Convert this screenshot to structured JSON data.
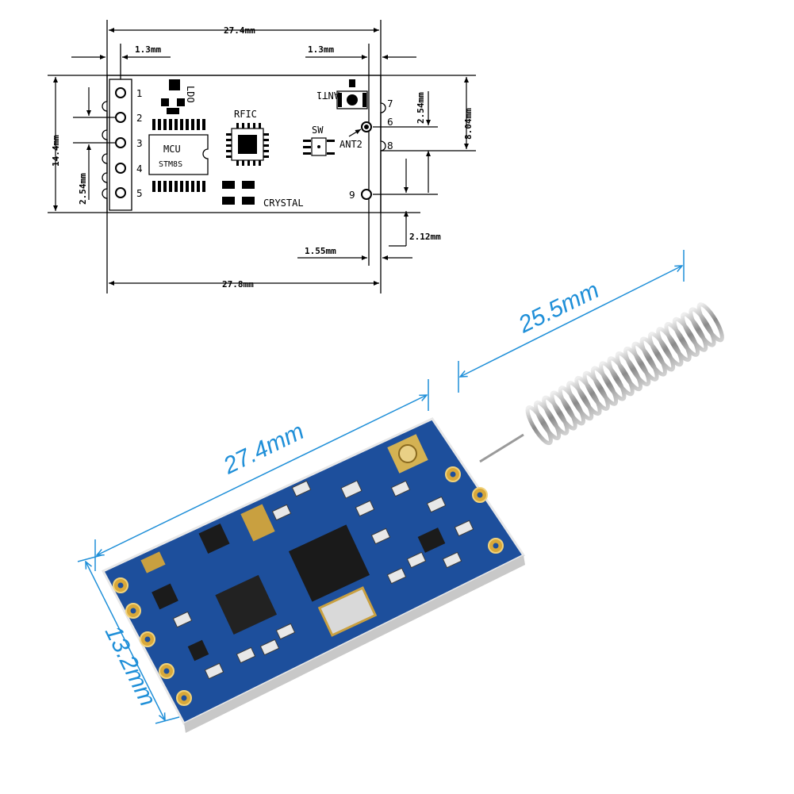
{
  "top_diagram": {
    "dimensions": {
      "top_width": "27.4mm",
      "bottom_width": "27.8mm",
      "left_offset": "1.3mm",
      "right_offset": "1.3mm",
      "height": "14.4mm",
      "pin_pitch_left": "2.54mm",
      "pin_pitch_right": "2.54mm",
      "right_height": "8.04mm",
      "right_margin": "2.12mm",
      "bottom_offset": "1.55mm"
    },
    "pins_left": [
      "1",
      "2",
      "3",
      "4",
      "5"
    ],
    "pins_right": [
      "7",
      "6",
      "8",
      "9"
    ],
    "labels": {
      "ldo": "LDO",
      "rfic": "RFIC",
      "mcu": "MCU",
      "mcu_part": "STM8S",
      "crystal": "CRYSTAL",
      "ant1": "ANT1",
      "ant2": "ANT2",
      "sw": "SW"
    }
  },
  "photo": {
    "dimensions": {
      "antenna_length": "25.5mm",
      "board_length": "27.4mm",
      "board_width": "13.2mm"
    },
    "dimension_color": "#1f8fd8",
    "pcb_color": "#1d4f9c"
  }
}
